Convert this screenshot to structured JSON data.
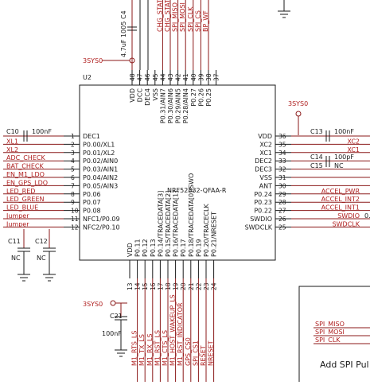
{
  "chip": {
    "ref": "U2",
    "part": "NRF52832-QFAA-R"
  },
  "power": {
    "top": "3SYS0",
    "right": "3SYS0",
    "bottom": "3SYS0"
  },
  "left_pins": [
    {
      "num": "1",
      "name": "DEC1",
      "net": ""
    },
    {
      "num": "2",
      "name": "P0.00/XL1",
      "net": "XL1"
    },
    {
      "num": "3",
      "name": "P0.01/XL2",
      "net": "XL2"
    },
    {
      "num": "4",
      "name": "P0.02/AIN0",
      "net": "ADC_CHECK"
    },
    {
      "num": "5",
      "name": "P0.03/AIN1",
      "net": "BAT_CHECK"
    },
    {
      "num": "6",
      "name": "P0.04/AIN2",
      "net": "EN_M1_LDO"
    },
    {
      "num": "7",
      "name": "P0.05/AIN3",
      "net": "EN_GPS_LDO"
    },
    {
      "num": "8",
      "name": "P0.06",
      "net": "LED_RED"
    },
    {
      "num": "9",
      "name": "P0.07",
      "net": "LED_GREEN"
    },
    {
      "num": "10",
      "name": "P0.08",
      "net": "LED_BLUE"
    },
    {
      "num": "11",
      "name": "NFC1/P0.09",
      "net": "Jumper"
    },
    {
      "num": "12",
      "name": "NFC2/P0.10",
      "net": "Jumper"
    }
  ],
  "right_pins": [
    {
      "num": "36",
      "name": "VDD",
      "net": ""
    },
    {
      "num": "35",
      "name": "XC2",
      "net": "XC2"
    },
    {
      "num": "34",
      "name": "XC1",
      "net": "XC1"
    },
    {
      "num": "33",
      "name": "DEC2",
      "net": ""
    },
    {
      "num": "32",
      "name": "DEC3",
      "net": ""
    },
    {
      "num": "31",
      "name": "VSS",
      "net": ""
    },
    {
      "num": "30",
      "name": "ANT",
      "net": ""
    },
    {
      "num": "29",
      "name": "P0.24",
      "net": "ACCEL_PWR"
    },
    {
      "num": "28",
      "name": "P0.23",
      "net": "ACCEL_INT2"
    },
    {
      "num": "27",
      "name": "P0.22",
      "net": "ACCEL_INT1"
    },
    {
      "num": "26",
      "name": "SWDIO",
      "net": "SWDIO"
    },
    {
      "num": "25",
      "name": "SWDCLK",
      "net": "SWDCLK"
    }
  ],
  "top_pins": [
    {
      "num": "48",
      "name": "VDD",
      "net": ""
    },
    {
      "num": "47",
      "name": "DCC",
      "net": ""
    },
    {
      "num": "46",
      "name": "DEC4",
      "net": ""
    },
    {
      "num": "45",
      "name": "VSS",
      "net": ""
    },
    {
      "num": "44",
      "name": "P0.31/AIN7",
      "net": "CHG_STAT"
    },
    {
      "num": "43",
      "name": "P0.30/AIN6",
      "net": "CHG_STAT"
    },
    {
      "num": "42",
      "name": "P0.29/AIN5",
      "net": "SPI_MISO"
    },
    {
      "num": "41",
      "name": "P0.28/AIN4",
      "net": "SPI_MOSI"
    },
    {
      "num": "40",
      "name": "P0.27",
      "net": "SPI_CLK"
    },
    {
      "num": "39",
      "name": "P0.26",
      "net": "SPI_CS"
    },
    {
      "num": "38",
      "name": "P0.25",
      "net": "BP_WF"
    },
    {
      "num": "37",
      "name": "",
      "net": ""
    }
  ],
  "bottom_pins": [
    {
      "num": "13",
      "name": "VDD",
      "net": ""
    },
    {
      "num": "14",
      "name": "P0.11",
      "net": "M1_RTS_LS"
    },
    {
      "num": "15",
      "name": "P0.12",
      "net": "M1_TX_LS"
    },
    {
      "num": "16",
      "name": "P0.13",
      "net": "M1_RX_LS"
    },
    {
      "num": "17",
      "name": "P0.14/TRACEDATA[3]",
      "net": "M1_RST_LS"
    },
    {
      "num": "18",
      "name": "P0.15/TRACEDATA[2]",
      "net": "M1_CTS_LS"
    },
    {
      "num": "19",
      "name": "P0.16/TRACEDATA[1]",
      "net": "M1_HOST_WAKEUP_LS"
    },
    {
      "num": "20",
      "name": "P0.17",
      "net": "M1_RST_INDICATOR"
    },
    {
      "num": "21",
      "name": "P0.18/TRACEDATA[0]/SWO",
      "net": "GPS_CS0"
    },
    {
      "num": "22",
      "name": "P0.19",
      "net": "SPI_CS1"
    },
    {
      "num": "23",
      "name": "P0.20/TRACECLK",
      "net": "RESET"
    },
    {
      "num": "24",
      "name": "P0.21/NRESET",
      "net": "NRESET"
    }
  ],
  "caps": {
    "c4": {
      "ref": "C4",
      "value": "4.7uF 1005"
    },
    "c10": {
      "ref": "C10",
      "value": "100nF"
    },
    "c13": {
      "ref": "C13",
      "value": "100nF"
    },
    "c14": {
      "ref": "C14",
      "value": "100pF"
    },
    "c15": {
      "ref": "C15",
      "value": "NC"
    },
    "c11": {
      "ref": "C11",
      "value": "NC"
    },
    "c12": {
      "ref": "C12",
      "value": "NC"
    },
    "c21": {
      "ref": "C21",
      "value": "100nF"
    }
  },
  "spi_box": {
    "nets": [
      "SPI_MISO",
      "SPI_MOSI",
      "SPI_CLK"
    ],
    "title": "Add SPI Pul"
  },
  "edge_label": "0."
}
